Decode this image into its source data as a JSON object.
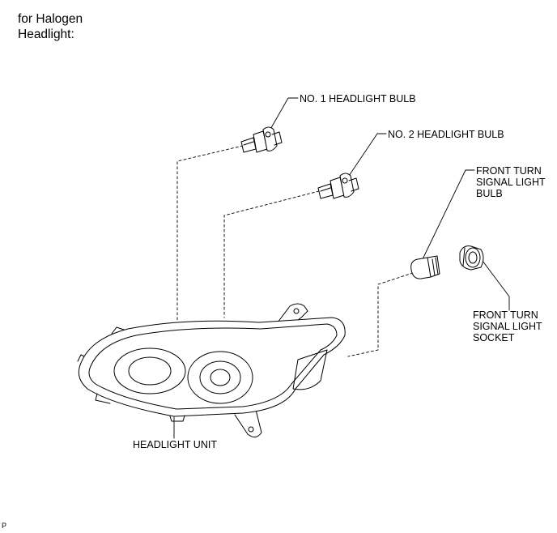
{
  "heading": {
    "line1": "for Halogen",
    "line2": "Headlight:"
  },
  "labels": {
    "no1_bulb": "NO. 1 HEADLIGHT BULB",
    "no2_bulb": "NO. 2 HEADLIGHT BULB",
    "turn_bulb": [
      "FRONT TURN",
      "SIGNAL LIGHT",
      "BULB"
    ],
    "turn_socket": [
      "FRONT TURN",
      "SIGNAL LIGHT",
      "SOCKET"
    ],
    "headlight_unit": "HEADLIGHT UNIT"
  },
  "footer": "P"
}
